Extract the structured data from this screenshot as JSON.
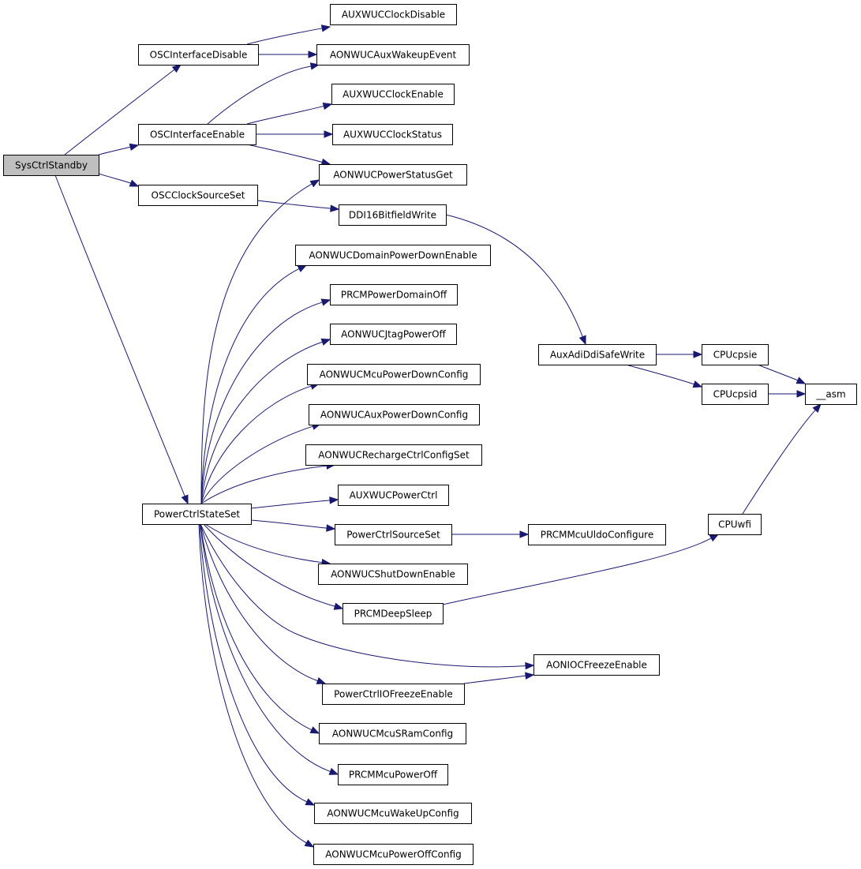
{
  "graph": {
    "nodes": [
      {
        "id": "SysCtrlStandby",
        "label": "SysCtrlStandby"
      },
      {
        "id": "OSCInterfaceDisable",
        "label": "OSCInterfaceDisable"
      },
      {
        "id": "OSCInterfaceEnable",
        "label": "OSCInterfaceEnable"
      },
      {
        "id": "OSCClockSourceSet",
        "label": "OSCClockSourceSet"
      },
      {
        "id": "PowerCtrlStateSet",
        "label": "PowerCtrlStateSet"
      },
      {
        "id": "AUXWUCClockDisable",
        "label": "AUXWUCClockDisable"
      },
      {
        "id": "AONWUCAuxWakeupEvent",
        "label": "AONWUCAuxWakeupEvent"
      },
      {
        "id": "AUXWUCClockEnable",
        "label": "AUXWUCClockEnable"
      },
      {
        "id": "AUXWUCClockStatus",
        "label": "AUXWUCClockStatus"
      },
      {
        "id": "AONWUCPowerStatusGet",
        "label": "AONWUCPowerStatusGet"
      },
      {
        "id": "DDI16BitfieldWrite",
        "label": "DDI16BitfieldWrite"
      },
      {
        "id": "AONWUCDomainPowerDownEnable",
        "label": "AONWUCDomainPowerDownEnable"
      },
      {
        "id": "PRCMPowerDomainOff",
        "label": "PRCMPowerDomainOff"
      },
      {
        "id": "AONWUCJtagPowerOff",
        "label": "AONWUCJtagPowerOff"
      },
      {
        "id": "AONWUCMcuPowerDownConfig",
        "label": "AONWUCMcuPowerDownConfig"
      },
      {
        "id": "AONWUCAuxPowerDownConfig",
        "label": "AONWUCAuxPowerDownConfig"
      },
      {
        "id": "AONWUCRechargeCtrlConfigSet",
        "label": "AONWUCRechargeCtrlConfigSet"
      },
      {
        "id": "AUXWUCPowerCtrl",
        "label": "AUXWUCPowerCtrl"
      },
      {
        "id": "PowerCtrlSourceSet",
        "label": "PowerCtrlSourceSet"
      },
      {
        "id": "AONWUCShutDownEnable",
        "label": "AONWUCShutDownEnable"
      },
      {
        "id": "PRCMDeepSleep",
        "label": "PRCMDeepSleep"
      },
      {
        "id": "AONIOCFreezeEnable",
        "label": "AONIOCFreezeEnable"
      },
      {
        "id": "PowerCtrlIOFreezeEnable",
        "label": "PowerCtrlIOFreezeEnable"
      },
      {
        "id": "AONWUCMcuSRamConfig",
        "label": "AONWUCMcuSRamConfig"
      },
      {
        "id": "PRCMMcuPowerOff",
        "label": "PRCMMcuPowerOff"
      },
      {
        "id": "AONWUCMcuWakeUpConfig",
        "label": "AONWUCMcuWakeUpConfig"
      },
      {
        "id": "AONWUCMcuPowerOffConfig",
        "label": "AONWUCMcuPowerOffConfig"
      },
      {
        "id": "AuxAdiDdiSafeWrite",
        "label": "AuxAdiDdiSafeWrite"
      },
      {
        "id": "CPUcpsie",
        "label": "CPUcpsie"
      },
      {
        "id": "CPUcpsid",
        "label": "CPUcpsid"
      },
      {
        "id": "__asm",
        "label": "__asm"
      },
      {
        "id": "PRCMMcuUldoConfigure",
        "label": "PRCMMcuUldoConfigure"
      },
      {
        "id": "CPUwfi",
        "label": "CPUwfi"
      }
    ],
    "edges": [
      {
        "from": "SysCtrlStandby",
        "to": "OSCInterfaceDisable"
      },
      {
        "from": "SysCtrlStandby",
        "to": "OSCInterfaceEnable"
      },
      {
        "from": "SysCtrlStandby",
        "to": "OSCClockSourceSet"
      },
      {
        "from": "SysCtrlStandby",
        "to": "PowerCtrlStateSet"
      },
      {
        "from": "OSCInterfaceDisable",
        "to": "AUXWUCClockDisable"
      },
      {
        "from": "OSCInterfaceDisable",
        "to": "AONWUCAuxWakeupEvent"
      },
      {
        "from": "OSCInterfaceEnable",
        "to": "AONWUCAuxWakeupEvent"
      },
      {
        "from": "OSCInterfaceEnable",
        "to": "AUXWUCClockEnable"
      },
      {
        "from": "OSCInterfaceEnable",
        "to": "AUXWUCClockStatus"
      },
      {
        "from": "OSCInterfaceEnable",
        "to": "AONWUCPowerStatusGet"
      },
      {
        "from": "OSCClockSourceSet",
        "to": "DDI16BitfieldWrite"
      },
      {
        "from": "DDI16BitfieldWrite",
        "to": "AuxAdiDdiSafeWrite"
      },
      {
        "from": "AuxAdiDdiSafeWrite",
        "to": "CPUcpsie"
      },
      {
        "from": "AuxAdiDdiSafeWrite",
        "to": "CPUcpsid"
      },
      {
        "from": "CPUcpsie",
        "to": "__asm"
      },
      {
        "from": "CPUcpsid",
        "to": "__asm"
      },
      {
        "from": "CPUwfi",
        "to": "__asm"
      },
      {
        "from": "PowerCtrlStateSet",
        "to": "AONWUCPowerStatusGet"
      },
      {
        "from": "PowerCtrlStateSet",
        "to": "AONWUCDomainPowerDownEnable"
      },
      {
        "from": "PowerCtrlStateSet",
        "to": "PRCMPowerDomainOff"
      },
      {
        "from": "PowerCtrlStateSet",
        "to": "AONWUCJtagPowerOff"
      },
      {
        "from": "PowerCtrlStateSet",
        "to": "AONWUCMcuPowerDownConfig"
      },
      {
        "from": "PowerCtrlStateSet",
        "to": "AONWUCAuxPowerDownConfig"
      },
      {
        "from": "PowerCtrlStateSet",
        "to": "AONWUCRechargeCtrlConfigSet"
      },
      {
        "from": "PowerCtrlStateSet",
        "to": "AUXWUCPowerCtrl"
      },
      {
        "from": "PowerCtrlStateSet",
        "to": "PowerCtrlSourceSet"
      },
      {
        "from": "PowerCtrlStateSet",
        "to": "AONWUCShutDownEnable"
      },
      {
        "from": "PowerCtrlStateSet",
        "to": "PRCMDeepSleep"
      },
      {
        "from": "PowerCtrlStateSet",
        "to": "AONIOCFreezeEnable"
      },
      {
        "from": "PowerCtrlStateSet",
        "to": "PowerCtrlIOFreezeEnable"
      },
      {
        "from": "PowerCtrlStateSet",
        "to": "AONWUCMcuSRamConfig"
      },
      {
        "from": "PowerCtrlStateSet",
        "to": "PRCMMcuPowerOff"
      },
      {
        "from": "PowerCtrlStateSet",
        "to": "AONWUCMcuWakeUpConfig"
      },
      {
        "from": "PowerCtrlStateSet",
        "to": "AONWUCMcuPowerOffConfig"
      },
      {
        "from": "PowerCtrlSourceSet",
        "to": "PRCMMcuUldoConfigure"
      },
      {
        "from": "PowerCtrlIOFreezeEnable",
        "to": "AONIOCFreezeEnable"
      },
      {
        "from": "PRCMDeepSleep",
        "to": "CPUwfi"
      }
    ]
  }
}
